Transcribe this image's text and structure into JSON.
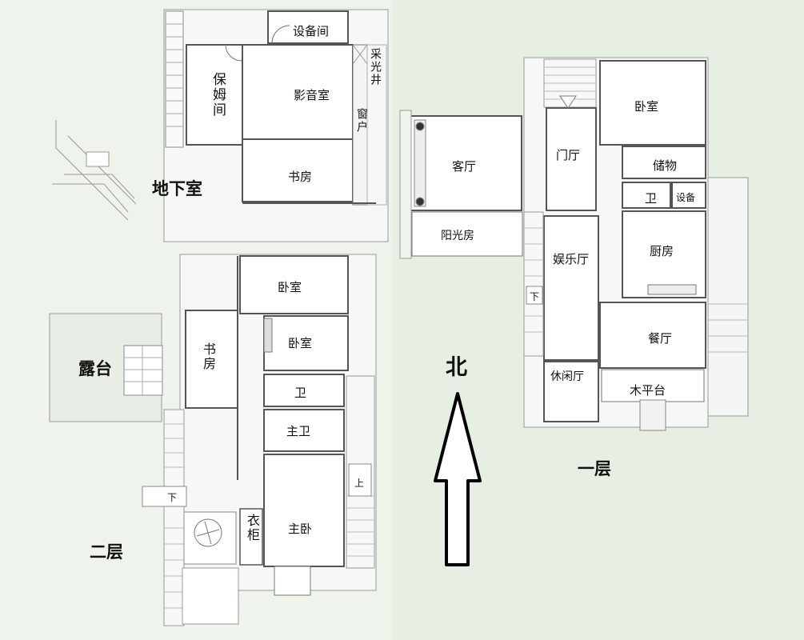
{
  "plan_title": "",
  "compass_label": "北",
  "floors": {
    "basement": {
      "name": "地下室",
      "rooms": {
        "equipment": "设备间",
        "skylight_well": "采光井",
        "nanny": "保姆间",
        "theater": "影音室",
        "window": "窗户",
        "study": "书房"
      }
    },
    "first": {
      "name": "一层",
      "rooms": {
        "living": "客厅",
        "foyer": "门厅",
        "bedroom": "卧室",
        "storage": "储物",
        "bath": "卫",
        "equipment": "设备",
        "sunroom": "阳光房",
        "entertainment": "娱乐厅",
        "kitchen": "厨房",
        "down": "下",
        "dining": "餐厅",
        "lounge": "休闲厅",
        "deck": "木平台"
      }
    },
    "second": {
      "name": "二层",
      "rooms": {
        "bedroom_1": "卧室",
        "bedroom_2": "卧室",
        "terrace": "露台",
        "study": "书房",
        "bath": "卫",
        "master_bath": "主卫",
        "up": "上",
        "down": "下",
        "wardrobe": "衣柜",
        "master_bedroom": "主卧"
      }
    }
  },
  "colors": {
    "wall": "#4a4a4a",
    "thin_line": "#8a8a8a",
    "room_fill": "#ffffff",
    "background": "#eef3ec"
  }
}
